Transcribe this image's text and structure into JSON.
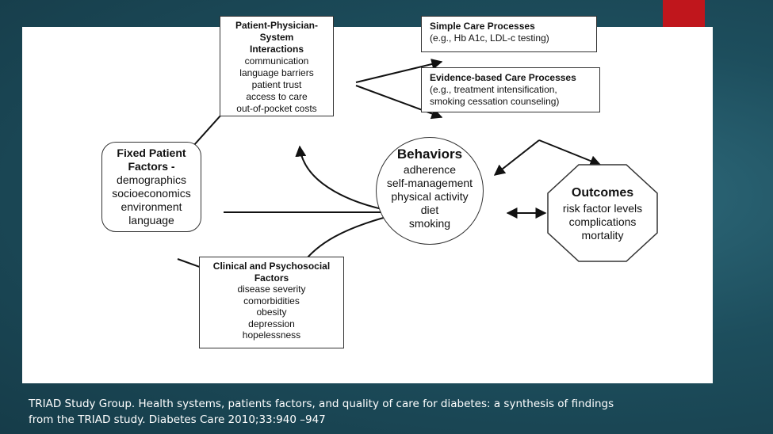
{
  "diagram": {
    "patient_physician": {
      "title_lines": [
        "Patient-Physician-",
        "System",
        "Interactions"
      ],
      "items": [
        "communication",
        "language barriers",
        "patient trust",
        "access to care",
        "out-of-pocket costs"
      ]
    },
    "simple_care": {
      "title": "Simple Care Processes",
      "lines": [
        "(e.g., Hb A1c, LDL-c testing)"
      ]
    },
    "evidence_care": {
      "title": "Evidence-based Care Processes",
      "lines": [
        "(e.g., treatment intensification,",
        "smoking cessation counseling)"
      ]
    },
    "fixed_factors": {
      "title_lines": [
        "Fixed Patient",
        "Factors -"
      ],
      "items": [
        "demographics",
        "socioeconomics",
        "environment",
        "language"
      ]
    },
    "behaviors": {
      "title": "Behaviors",
      "items": [
        "adherence",
        "self-management",
        "physical activity",
        "diet",
        "smoking"
      ]
    },
    "outcomes": {
      "title": "Outcomes",
      "items": [
        "risk factor levels",
        "complications",
        "mortality"
      ]
    },
    "clinical": {
      "title_lines": [
        "Clinical and Psychosocial",
        "Factors"
      ],
      "items": [
        "disease severity",
        "comorbidities",
        "obesity",
        "depression",
        "hopelessness"
      ]
    }
  },
  "citation": {
    "line1": "TRIAD Study Group. Health systems, patients factors, and quality of care for diabetes: a synthesis of findings",
    "line2": "from the TRIAD study. Diabetes Care 2010;33:940 –947"
  },
  "colors": {
    "accent": "#c0161c",
    "background": "#1d4e5d"
  }
}
